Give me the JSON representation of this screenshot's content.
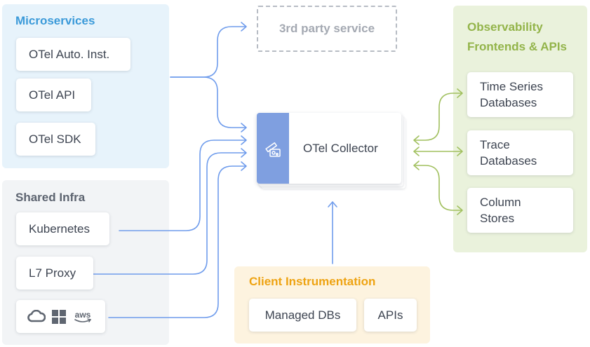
{
  "microservices": {
    "title": "Microservices",
    "items": [
      "OTel Auto. Inst.",
      "OTel API",
      "OTel SDK"
    ]
  },
  "shared_infra": {
    "title": "Shared Infra",
    "items": [
      "Kubernetes",
      "L7 Proxy"
    ],
    "cloud_logos": [
      "cloud-provider-icon",
      "windows-grid-icon",
      "aws"
    ]
  },
  "third_party": {
    "label": "3rd party service"
  },
  "collector": {
    "label": "OTel Collector",
    "icon": "telescope-icon"
  },
  "client_instrumentation": {
    "title": "Client Instrumentation",
    "items": [
      "Managed DBs",
      "APIs"
    ]
  },
  "observability": {
    "title": "Observability\nFrontends & APIs",
    "items": [
      "Time Series\nDatabases",
      "Trace\nDatabases",
      "Column\nStores"
    ]
  },
  "colors": {
    "microservices_bg": "#e7f3fb",
    "microservices_title": "#3b9ad9",
    "shared_infra_bg": "#f2f4f6",
    "shared_infra_title": "#5d6470",
    "client_bg": "#fdf3df",
    "client_title": "#eea312",
    "observability_bg": "#eaf2dc",
    "observability_title": "#93b44a",
    "blue_arrow": "#6f9cec",
    "green_arrow": "#a1c05f",
    "collector_strip": "#7f9fe0"
  }
}
